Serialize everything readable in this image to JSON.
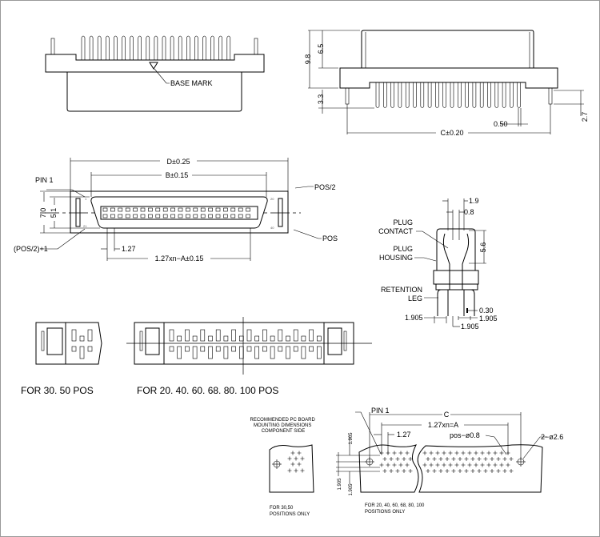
{
  "top_view": {
    "base_mark": "BASE MARK"
  },
  "side_view": {
    "dim_9_8": "9.8",
    "dim_6_5": "6.5",
    "dim_3_3": "3.3",
    "dim_2_7": "2.7",
    "dim_0_50": "0.50",
    "dim_c": "C±0.20"
  },
  "front_view": {
    "dim_d": "D±0.25",
    "dim_b": "B±0.15",
    "dim_7_0": "7.0",
    "dim_5_1": "5.1",
    "pin1": "PIN 1",
    "pos_half": "POS/2",
    "pos_half_plus1": "(POS/2)+1",
    "pos": "POS",
    "pitch": "1.27",
    "dim_a": "1.27xn−A±0.15",
    "pin_numbers": [
      "1",
      "20",
      "21",
      "40"
    ]
  },
  "plug_detail": {
    "dim_1_9": "1.9",
    "dim_0_8": "0.8",
    "dim_5_6": "5.6",
    "plug_contact": [
      "PLUG",
      "CONTACT"
    ],
    "plug_housing": [
      "PLUG",
      "HOUSING"
    ],
    "retention_leg": [
      "RETENTION",
      "LEG"
    ],
    "dim_0_30": "0.30",
    "dim_1905_left": "1.905",
    "dim_1905_right": "1.905",
    "dim_1905_bottom": "1.905"
  },
  "footprints": {
    "caption_small": "FOR  30. 50 POS",
    "caption_large": "FOR  20. 40. 60. 68. 80. 100 POS"
  },
  "pcb_layout": {
    "title": [
      "RECOMMENDED PC BOARD",
      "MOUNTING DIMENSIONS",
      "COMPONENT SIDE"
    ],
    "pin1": "PIN 1",
    "dim_c": "C",
    "dim_a": "1.27xn=A",
    "pitch": "1.27",
    "hole_pos": "pos−ø0.8",
    "mount_hole": "2−ø2.6",
    "row_top": "1.905",
    "row_left": "1.905",
    "row_bottom": "1.905",
    "caption_small": [
      "FOR 30,50",
      "POSITIONS ONLY"
    ],
    "caption_large": [
      "FOR 20, 40, 60, 68, 80, 100",
      "POSITIONS ONLY"
    ]
  }
}
